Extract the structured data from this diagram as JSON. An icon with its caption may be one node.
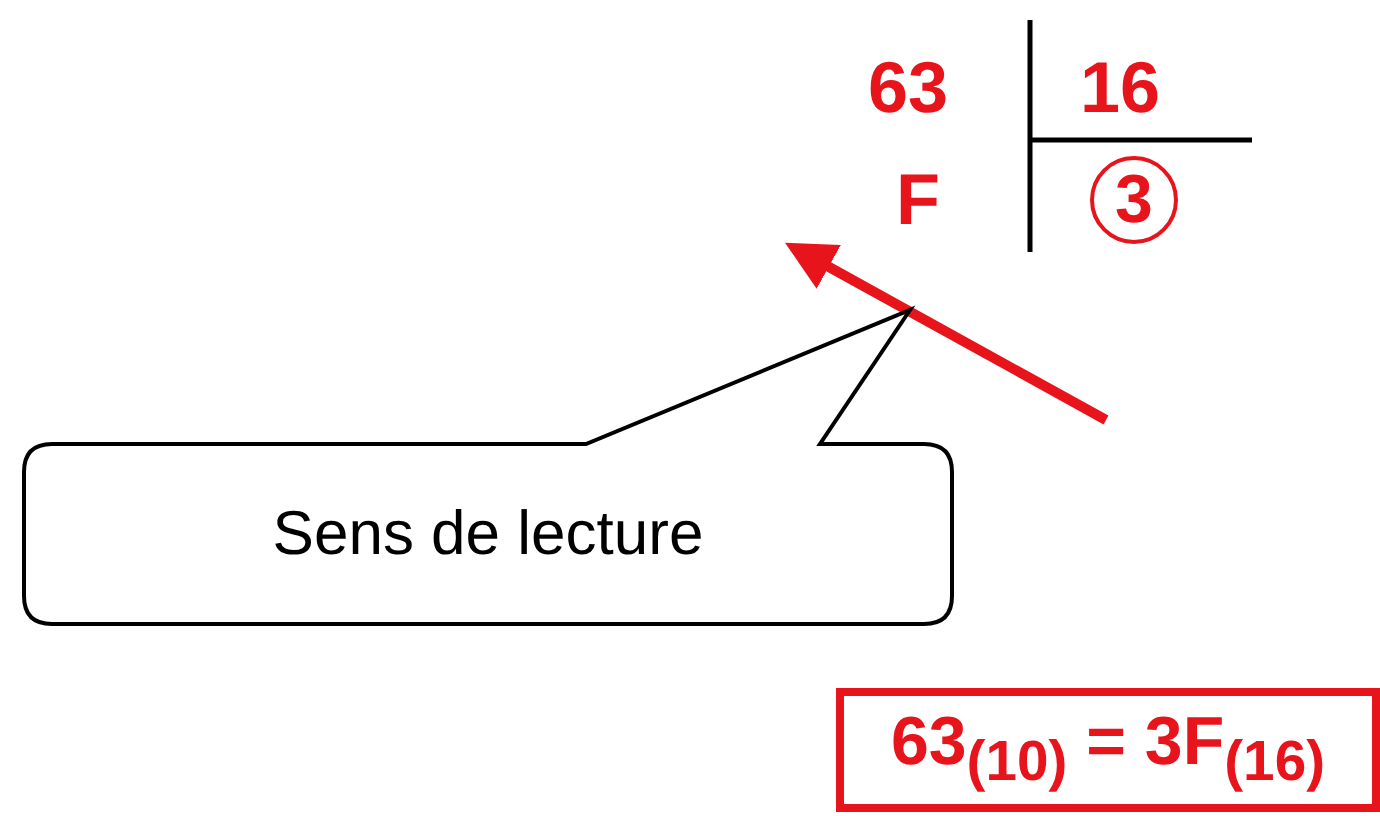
{
  "diagram": {
    "nodes": [
      {
        "text": [
          "3"
        ]
      },
      {
        "text": [
          "Sens de lecture"
        ]
      },
      {
        "text": [
          "63$_{(10)}$ = 3F$_{(16)}$"
        ]
      }
    ],
    "labels": [
      "63",
      "16",
      "F"
    ]
  }
}
